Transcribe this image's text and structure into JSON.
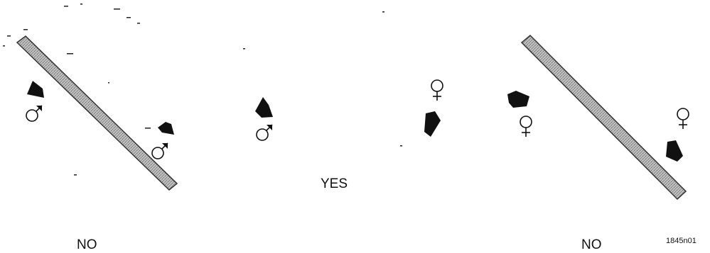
{
  "labels": {
    "left": "NO",
    "middle": "YES",
    "right": "NO",
    "figure_id": "1845n01"
  },
  "colors": {
    "barrier_fill": "#b9b9b9",
    "barrier_stroke": "#333333",
    "ink": "#111111"
  },
  "symbols": [
    "male-symbol",
    "female-symbol",
    "black-blob",
    "diagonal-barrier"
  ]
}
